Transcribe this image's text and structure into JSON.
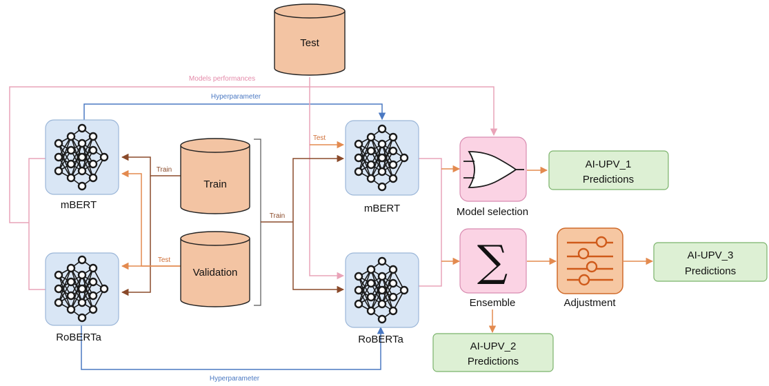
{
  "colors": {
    "cylinder_fill": "#f3c4a3",
    "cylinder_stroke": "#222222",
    "net_box_fill": "#d9e6f5",
    "net_box_stroke": "#9bb6d8",
    "pink_box_fill": "#fbd3e4",
    "pink_box_stroke": "#d88bb0",
    "adjust_fill": "#f6c7a2",
    "adjust_stroke": "#cf6a2a",
    "output_fill": "#ddf0d4",
    "output_stroke": "#7ab26a",
    "brown_arrow": "#8a4a2a",
    "orange_arrow": "#e38a4f",
    "pink_line": "#e9a3b8",
    "blue_arrow": "#4a78c2"
  },
  "datasets": {
    "test": "Test",
    "train": "Train",
    "validation": "Validation"
  },
  "models": {
    "left_top": "mBERT",
    "left_bottom": "RoBERTa",
    "right_top": "mBERT",
    "right_bottom": "RoBERTa"
  },
  "operations": {
    "model_selection": "Model selection",
    "ensemble": "Ensemble",
    "adjustment": "Adjustment"
  },
  "outputs": {
    "out1": [
      "AI-UPV_1",
      "Predictions"
    ],
    "out2": [
      "AI-UPV_2",
      "Predictions"
    ],
    "out3": [
      "AI-UPV_3",
      "Predictions"
    ]
  },
  "edge_labels": {
    "models_performances": "Models performances",
    "hyperparameter_top": "Hyperparameter",
    "hyperparameter_bottom": "Hyperparameter",
    "train_left": "Train",
    "test_left": "Test",
    "train_mid": "Train",
    "test_mid": "Test"
  },
  "ensemble_symbol": "∑"
}
